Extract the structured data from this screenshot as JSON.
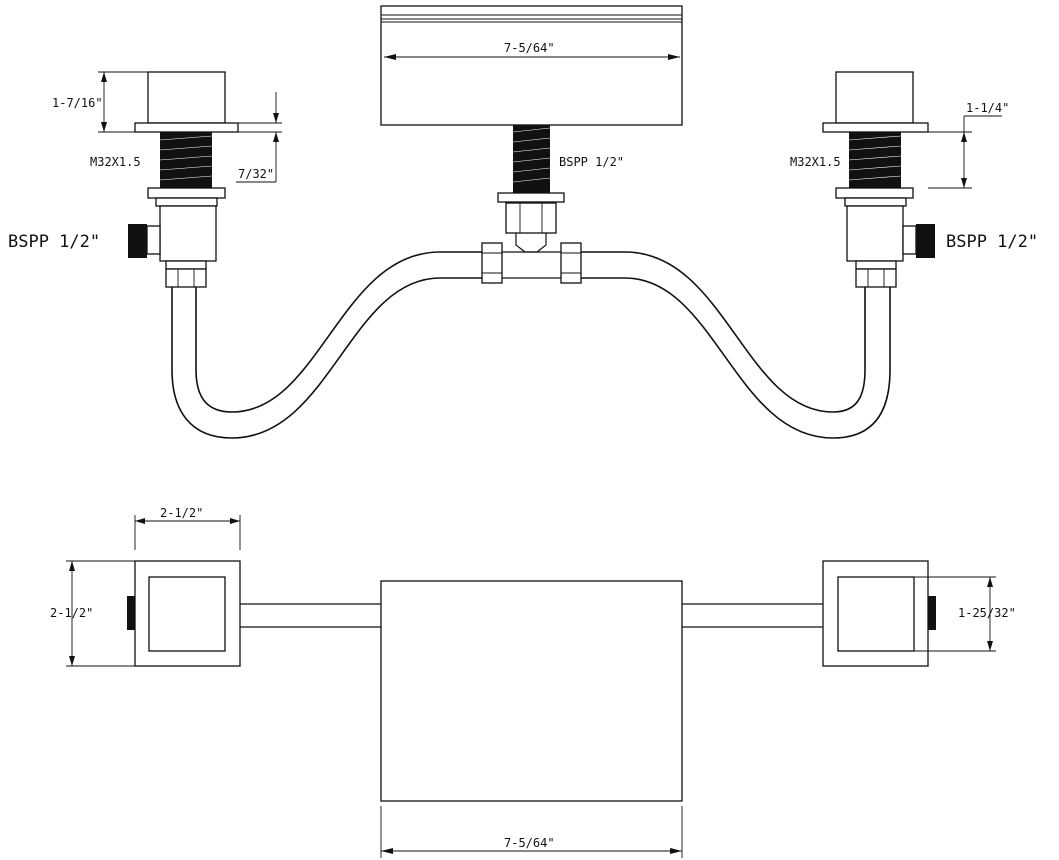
{
  "labels": {
    "spout_width_top": "7-5/64\"",
    "handle_height": "1-7/16\"",
    "flange_thickness": "7/32\"",
    "handle_thread_left": "M32X1.5",
    "handle_thread_right": "M32X1.5",
    "spout_thread": "BSPP 1/2\"",
    "inlet_left": "BSPP 1/2\"",
    "inlet_right": "BSPP 1/2\"",
    "right_clearance": "1-1/4\"",
    "handle_width_top": "2-1/2\"",
    "handle_depth_left": "2-1/2\"",
    "handle_inner_right": "1-25/32\"",
    "spout_width_bottom": "7-5/64\""
  }
}
